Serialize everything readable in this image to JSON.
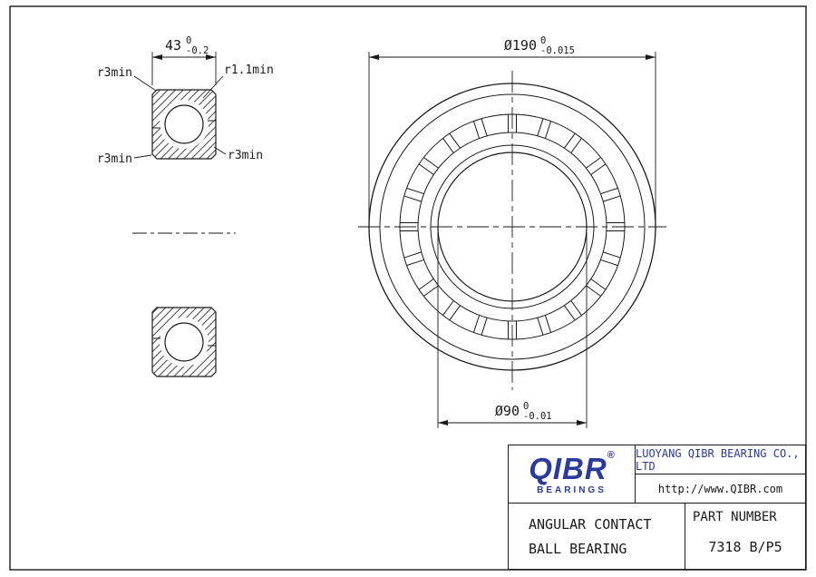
{
  "section_view": {
    "width_value": "43",
    "width_tol_upper": "0",
    "width_tol_lower": "-0.2",
    "label_top_left": "r3min",
    "label_top_right": "r1.1min",
    "label_mid_left": "r3min",
    "label_mid_right": "r3min"
  },
  "front_view": {
    "outer_value": "Ø190",
    "outer_tol_upper": "0",
    "outer_tol_lower": "-0.015",
    "bore_value": "Ø90",
    "bore_tol_upper": "0",
    "bore_tol_lower": "-0.01"
  },
  "title_block": {
    "brand": "QIBR",
    "brand_reg": "®",
    "brand_sub": "BEARINGS",
    "company": "LUOYANG QIBR BEARING CO., LTD",
    "website": "http://www.QIBR.com",
    "product_line1": "ANGULAR CONTACT",
    "product_line2": "BALL BEARING",
    "part_label": "PART NUMBER",
    "part_number": "7318 B/P5"
  }
}
